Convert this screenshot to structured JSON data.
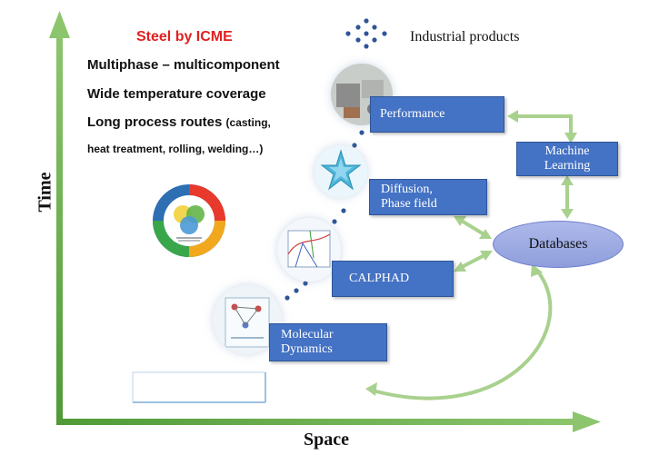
{
  "title": "Steel by ICME",
  "features": {
    "line1": "Multiphase – multicomponent",
    "line2": "Wide temperature coverage",
    "line3_main": "Long process routes",
    "line3_paren": "(casting,",
    "line4": "heat treatment, rolling, welding…)"
  },
  "axes": {
    "y_label": "Time",
    "x_label": "Space"
  },
  "industrial_label": "Industrial products",
  "stages": {
    "performance": "Performance",
    "diffusion_line1": "Diffusion,",
    "diffusion_line2": "Phase field",
    "calphad": "CALPHAD",
    "md_line1": "Molecular",
    "md_line2": "Dynamics"
  },
  "machine_learning": {
    "line1": "Machine",
    "line2": "Learning"
  },
  "databases": "Databases",
  "colors": {
    "title": "#e02020",
    "axis": "#5aa03c",
    "box": "#4472c4",
    "connector": "#a9d18e",
    "dots": "#2f5597",
    "ellipse": "#9aa8e2"
  }
}
